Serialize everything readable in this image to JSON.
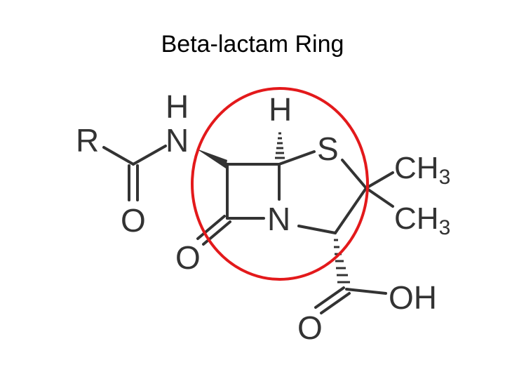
{
  "slide": {
    "title": "Beta-lactam Ring",
    "highlight_color": "#e3191b",
    "ink_color": "#333333"
  },
  "molecule": {
    "atoms": {
      "r": "R",
      "nh_h": "H",
      "nh_n": "N",
      "amide_o": "O",
      "lactam_o": "O",
      "ring_h": "H",
      "ring_s": "S",
      "ring_n": "N",
      "ch3_top": "CH",
      "ch3_top_sub": "3",
      "ch3_bottom": "CH",
      "ch3_bottom_sub": "3",
      "acid_oh": "OH",
      "acid_o": "O"
    }
  }
}
